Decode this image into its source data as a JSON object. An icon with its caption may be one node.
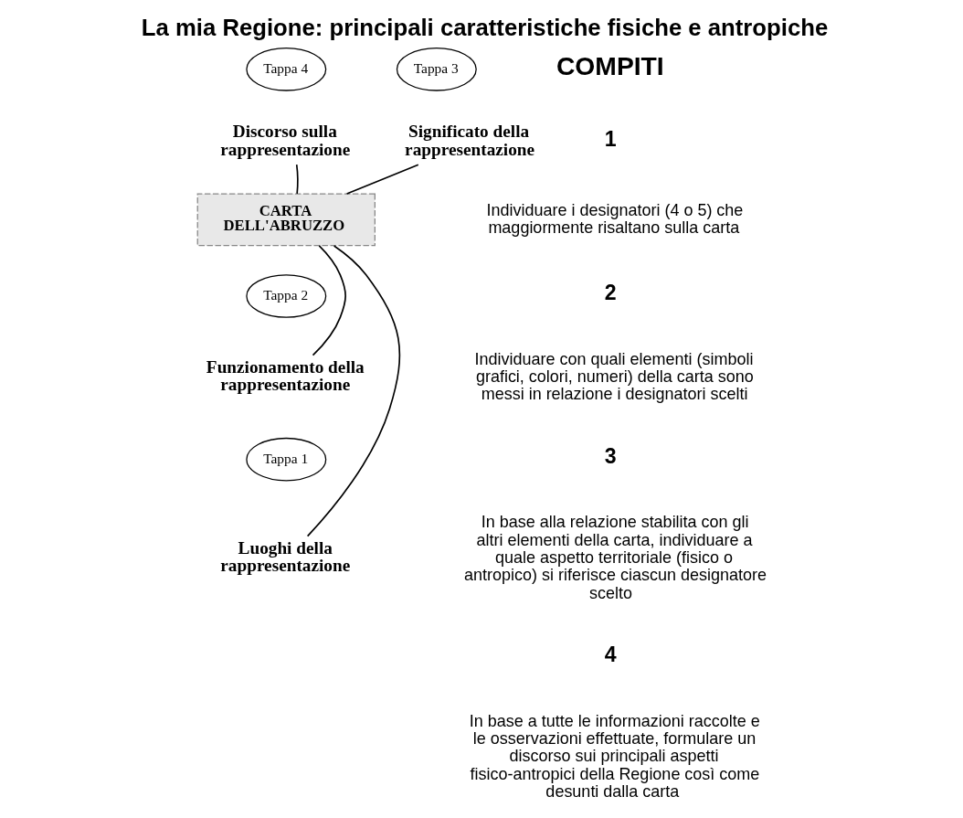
{
  "diagram": {
    "title": "La mia Regione: principali caratteristiche fisiche e antropiche",
    "nodes": [
      {
        "text": [
          "Tappa 4"
        ]
      },
      {
        "text": [
          "Tappa 3"
        ]
      },
      {
        "text": [
          "Discorso sulla rappresentazione"
        ]
      },
      {
        "text": [
          "Significato della rappresentazione"
        ]
      },
      {
        "text": [
          "CARTA DELL'ABRUZZO"
        ]
      },
      {
        "text": [
          "Tappa 2"
        ]
      },
      {
        "text": [
          "Funzionamento della rappresentazione"
        ]
      },
      {
        "text": [
          "Tappa 1"
        ]
      },
      {
        "text": [
          "Luoghi della rappresentazione"
        ]
      }
    ],
    "edges": [
      {
        "from": 4,
        "to": 2,
        "arrow": "none"
      },
      {
        "from": 4,
        "to": 3,
        "arrow": "none"
      },
      {
        "from": 4,
        "to": 6,
        "arrow": "none"
      },
      {
        "from": 4,
        "to": 8,
        "arrow": "none"
      }
    ],
    "labels": [
      "COMPITI",
      "1",
      "Individuare i designatori (4 o 5) che maggiormente risaltano sulla carta",
      "2",
      "Individuare con quali elementi (simboli grafici, colori, numeri) della carta sono messi in relazione i designatori scelti",
      "3",
      "In base alla relazione stabilita con gli altri elementi della carta, individuare a quale aspetto territoriale (fisico o antropico) si riferisce ciascun designatore scelto",
      "4",
      "In base a tutte le informazioni raccolte e le osservazioni effettuate, formulare un discorso sui principali aspetti fisico-antropici della Regione così come desunti dalla carta"
    ]
  }
}
